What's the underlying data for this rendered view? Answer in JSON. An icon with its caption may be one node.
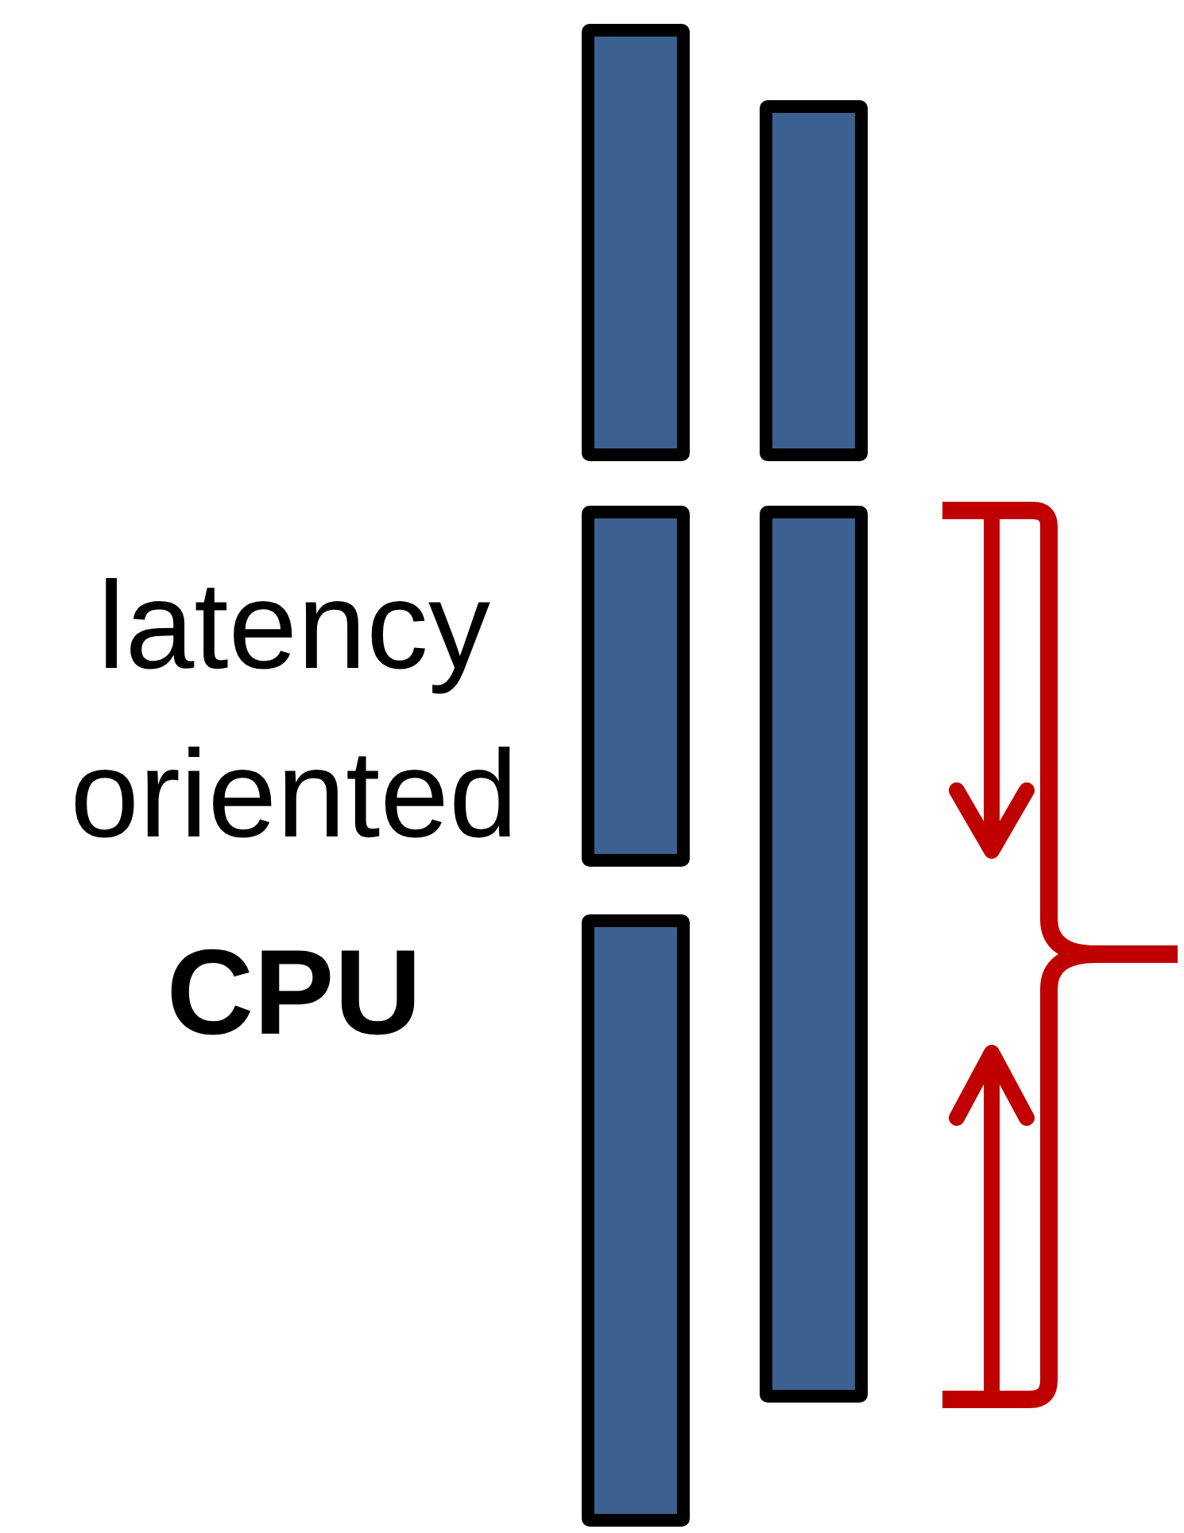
{
  "diagram": {
    "nodes": [
      {
        "text": [],
        "shape": "bar"
      },
      {
        "text": [],
        "shape": "bar"
      },
      {
        "text": [],
        "shape": "bar"
      },
      {
        "text": [],
        "shape": "bar"
      },
      {
        "text": [],
        "shape": "bar"
      }
    ],
    "edges": [],
    "labels": [
      "latency oriented",
      "CPU"
    ]
  }
}
